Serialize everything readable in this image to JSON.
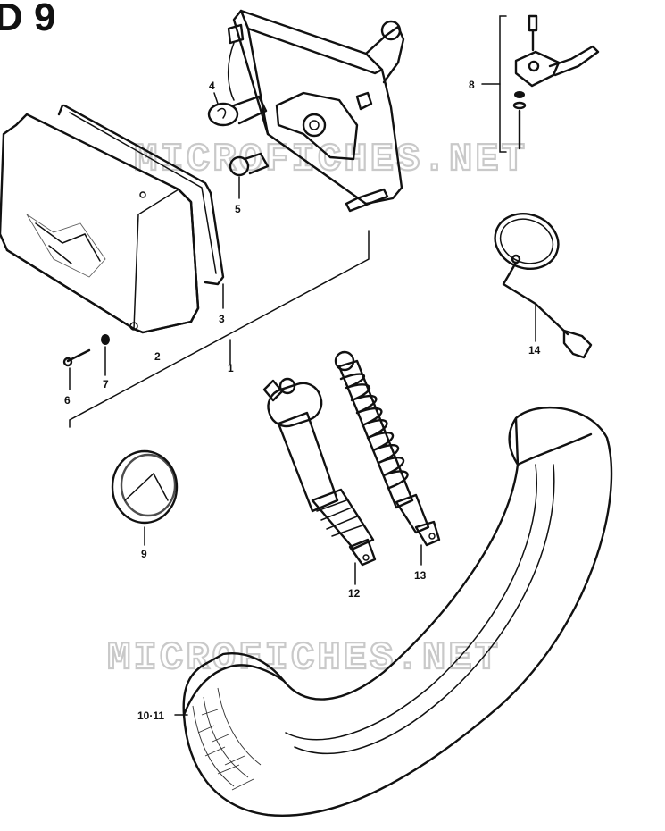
{
  "diagram": {
    "corner_mark": "D 9",
    "watermark": "MICROFICHES.NET",
    "callouts": {
      "p1": "1",
      "p2": "2",
      "p3": "3",
      "p4": "4",
      "p5": "5",
      "p6": "6",
      "p7": "7",
      "p8": "8",
      "p9": "9",
      "p10_11": "10·11",
      "p12": "12",
      "p13": "13",
      "p14": "14"
    }
  }
}
